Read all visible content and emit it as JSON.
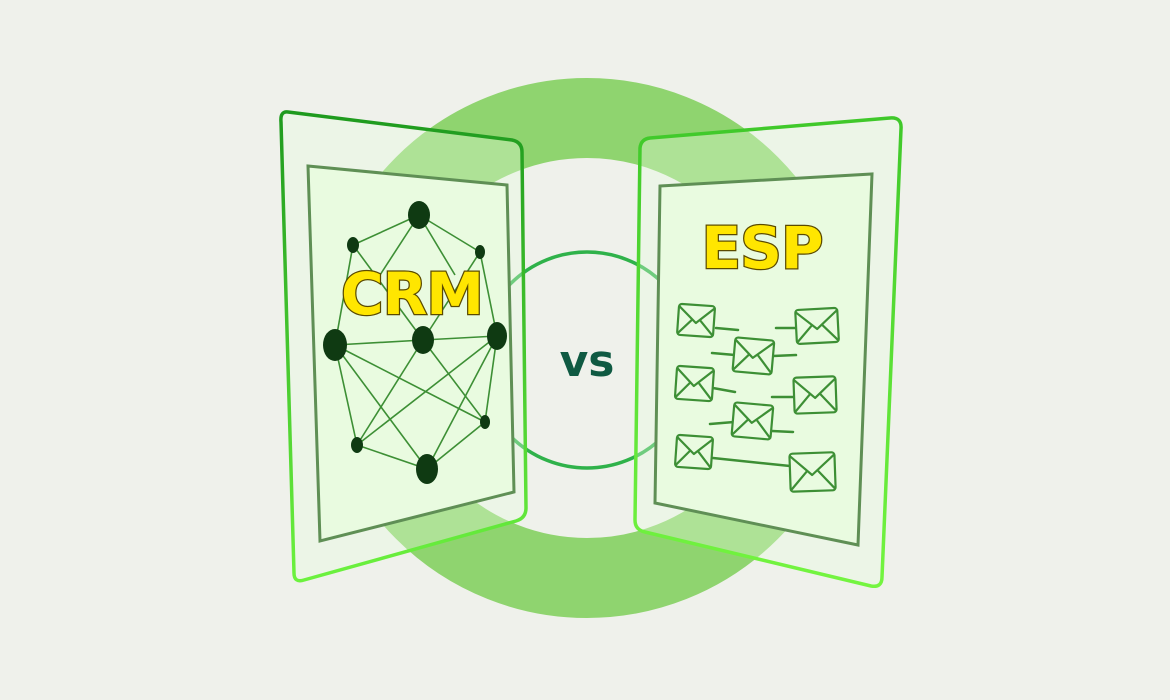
{
  "left_panel": {
    "label": "CRM"
  },
  "right_panel": {
    "label": "ESP"
  },
  "center": {
    "label": "vs"
  },
  "colors": {
    "background": "#eff1eb",
    "ring": "#8fd46f",
    "frame_stroke": "#43c72a",
    "card_fill": "#e9fbe0",
    "label_fill": "#ffe600",
    "network_node": "#0f3a12",
    "vs_text": "#0f5a42",
    "envelope_stroke": "#3d8f35"
  },
  "icons": {
    "left": "network-graph-icon",
    "right": "envelope-icon"
  }
}
